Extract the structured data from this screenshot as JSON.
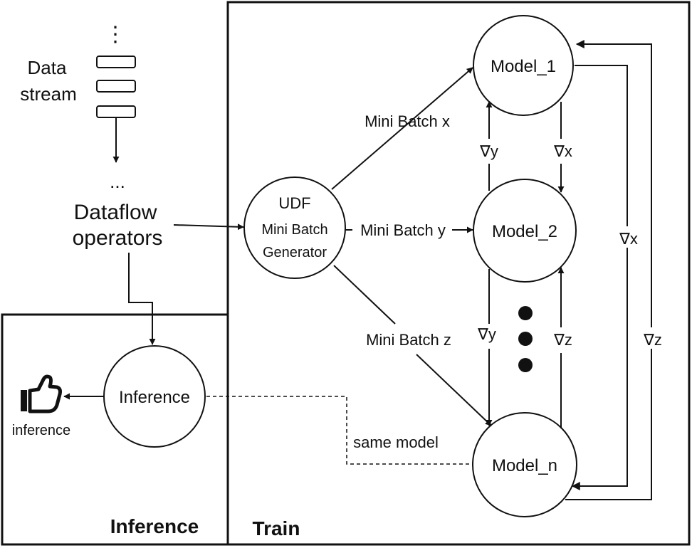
{
  "data_source": {
    "label_line1": "Data",
    "label_line2": "stream",
    "top_ellipsis": "⋮",
    "bottom_ellipsis": "..."
  },
  "dataflow": {
    "line1": "Dataflow",
    "line2": "operators"
  },
  "udf": {
    "line1": "UDF",
    "line2": "Mini Batch",
    "line3": "Generator"
  },
  "edges": {
    "batch_x": "Mini Batch x",
    "batch_y": "Mini Batch y",
    "batch_z": "Mini Batch z",
    "same_model": "same model"
  },
  "models": {
    "m1": "Model_1",
    "m2": "Model_2",
    "mn": "Model_n"
  },
  "gradients": {
    "g12_up": "∇y",
    "g12_down": "∇x",
    "g2n_down": "∇y",
    "g2n_up": "∇z",
    "outer_x": "∇x",
    "outer_z": "∇z"
  },
  "inference": {
    "node": "Inference",
    "output": "inference",
    "section_title": "Inference"
  },
  "train": {
    "section_title": "Train"
  },
  "icons": {
    "output_icon": "thumbs-up-icon"
  }
}
